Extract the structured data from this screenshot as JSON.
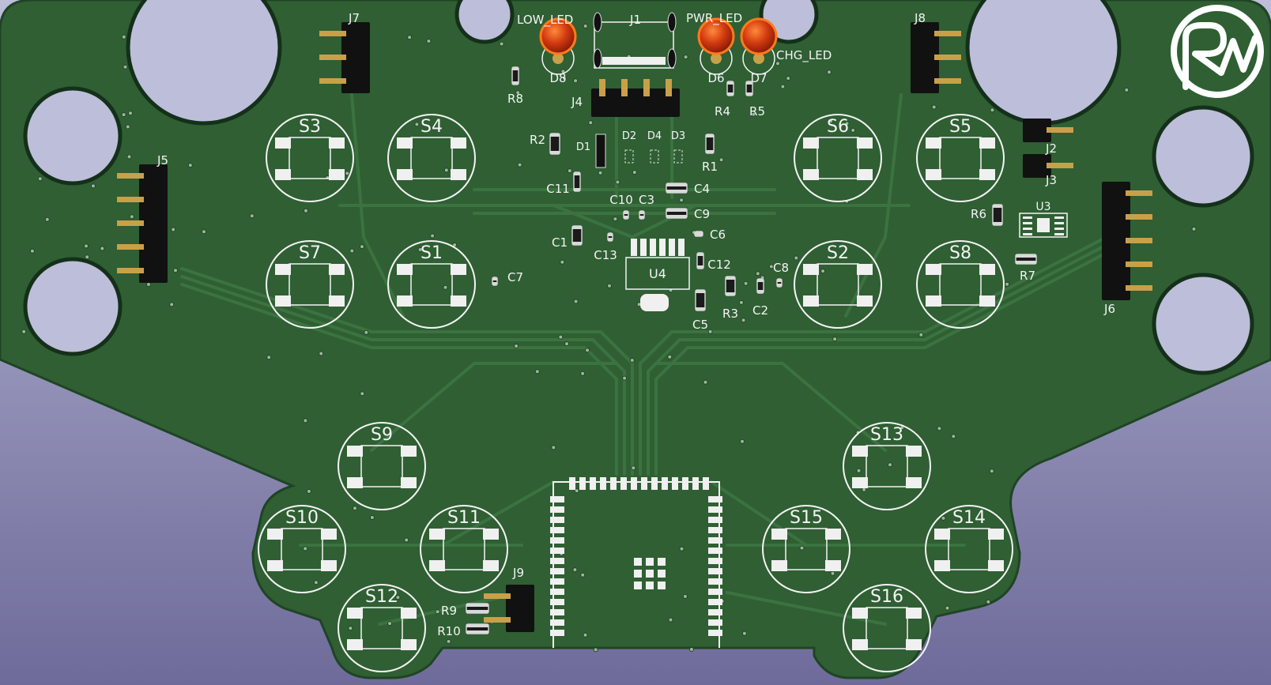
{
  "viewer": {
    "background_top": "#bdbed9",
    "background_bottom": "#6e6b9a"
  },
  "board": {
    "solder_mask_color": "#2f5f33",
    "trace_color": "#3b7340",
    "silkscreen_color": "#f4f4f4",
    "pad_color": "#f0f0f0",
    "mounting_hole_color": "#bdbed9",
    "logo_text": "RW",
    "switches": [
      "S1",
      "S2",
      "S3",
      "S4",
      "S5",
      "S6",
      "S7",
      "S8",
      "S9",
      "S10",
      "S11",
      "S12",
      "S13",
      "S14",
      "S15",
      "S16"
    ],
    "connectors": [
      "J1",
      "J2",
      "J3",
      "J4",
      "J5",
      "J6",
      "J7",
      "J8",
      "J9"
    ],
    "ics": [
      "U3",
      "U4"
    ],
    "diodes": [
      "D1",
      "D2",
      "D3",
      "D4"
    ],
    "leds": [
      {
        "ref": "D6",
        "net": "PWR_LED"
      },
      {
        "ref": "D7",
        "net": "CHG_LED"
      },
      {
        "ref": "D8",
        "net": "LOW_LED"
      }
    ],
    "resistors": [
      "R1",
      "R2",
      "R3",
      "R4",
      "R5",
      "R6",
      "R7",
      "R8",
      "R9",
      "R10"
    ],
    "capacitors": [
      "C1",
      "C2",
      "C3",
      "C4",
      "C5",
      "C6",
      "C7",
      "C8",
      "C9",
      "C10",
      "C11",
      "C12",
      "C13"
    ]
  }
}
